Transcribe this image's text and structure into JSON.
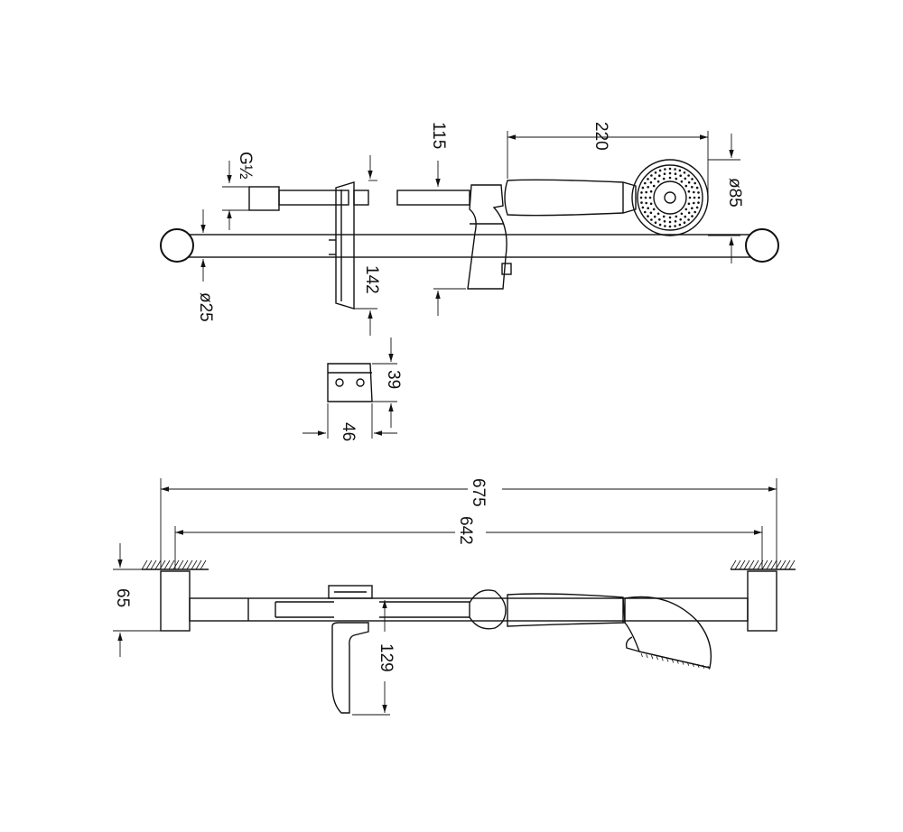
{
  "dimensions": {
    "thread": "G½",
    "outlet_offset": "115",
    "hand_shower_length": "220",
    "head_diameter": "ø85",
    "bar_diameter": "ø25",
    "depth": "142",
    "bracket_height": "39",
    "bracket_width": "46",
    "overall_length": "675",
    "fixing_centres": "642",
    "wall_projection": "65",
    "soap_dish_depth": "129"
  },
  "colors": {
    "line": "#111111",
    "background": "#ffffff"
  }
}
